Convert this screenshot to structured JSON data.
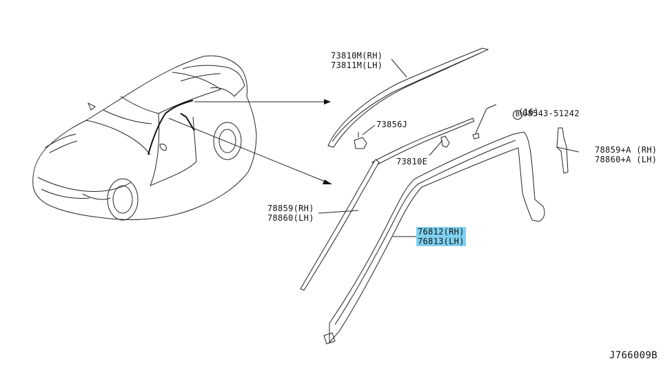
{
  "labels": {
    "p73810m": "73810M(RH)",
    "p73811m": "73811M(LH)",
    "p73856j": "73856J",
    "bolt_badge": "B",
    "bolt_part": "08543-51242",
    "bolt_qty": "(16)",
    "p73810e": "73810E",
    "p78859a": "78859+A (RH)",
    "p78860a": "78860+A (LH)",
    "p78859": "78859(RH)",
    "p78860": "78860(LH)",
    "p76812": "76812(RH)",
    "p76813": "76813(LH)",
    "diagram_id": "J766009B"
  },
  "highlight_color": "#7fd0ef"
}
